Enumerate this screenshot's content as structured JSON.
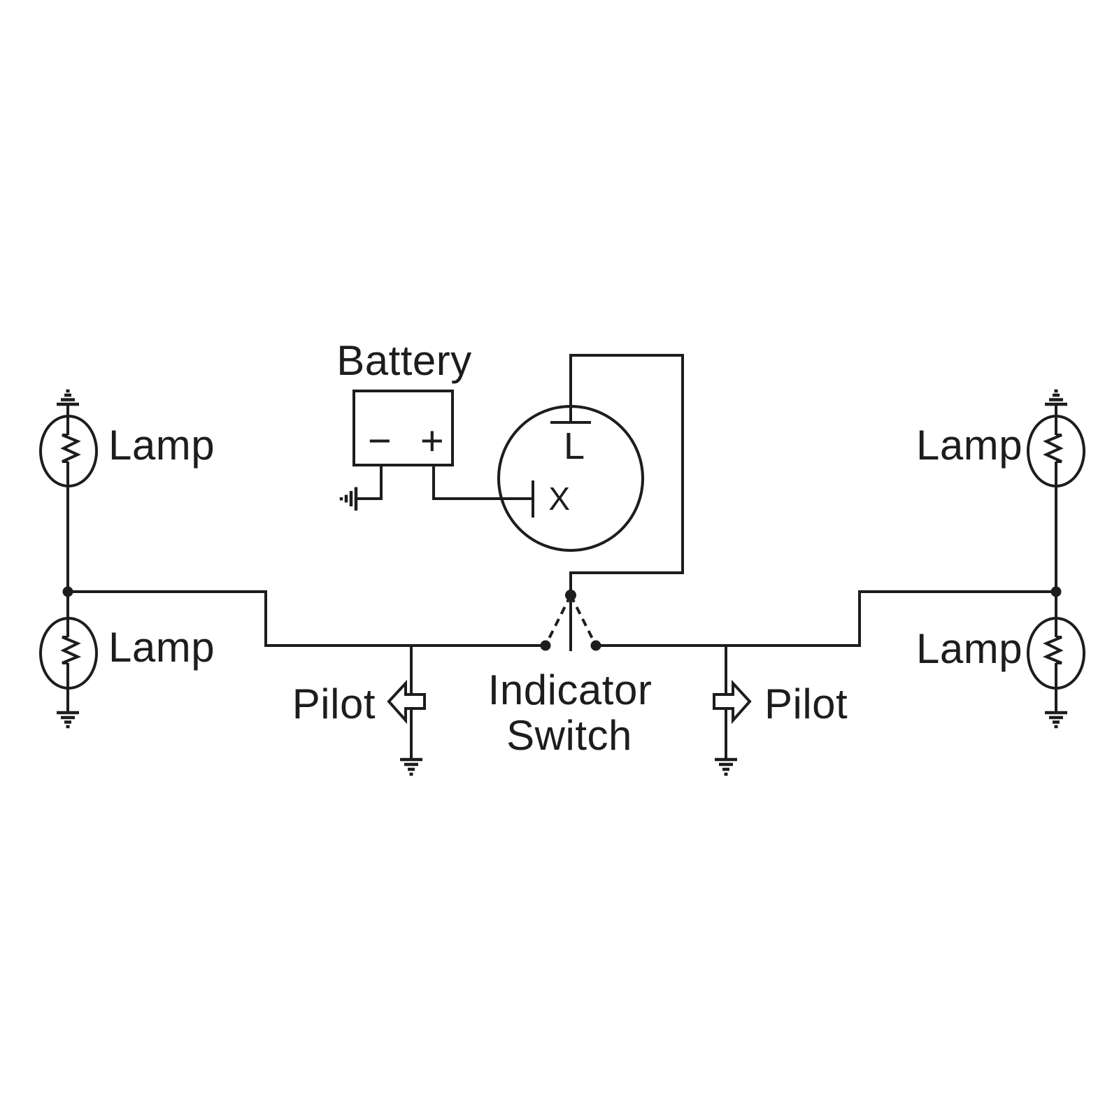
{
  "diagram": {
    "background_color": "#ffffff",
    "line_color": "#1d1d1b",
    "battery": {
      "label": "Battery",
      "negative": "−",
      "positive": "+"
    },
    "flasher": {
      "terminal_l": "L",
      "terminal_x": "X"
    },
    "switch": {
      "label_line1": "Indicator",
      "label_line2": "Switch"
    },
    "pilots": {
      "left": "Pilot",
      "right": "Pilot"
    },
    "lamps": {
      "top_left": "Lamp",
      "bottom_left": "Lamp",
      "top_right": "Lamp",
      "bottom_right": "Lamp"
    },
    "symbols": [
      "battery-box",
      "flasher-relay-circle",
      "indicator-switch",
      "lamp-bulb",
      "pilot-block-arrow",
      "earth-ground",
      "junction-dot"
    ]
  }
}
